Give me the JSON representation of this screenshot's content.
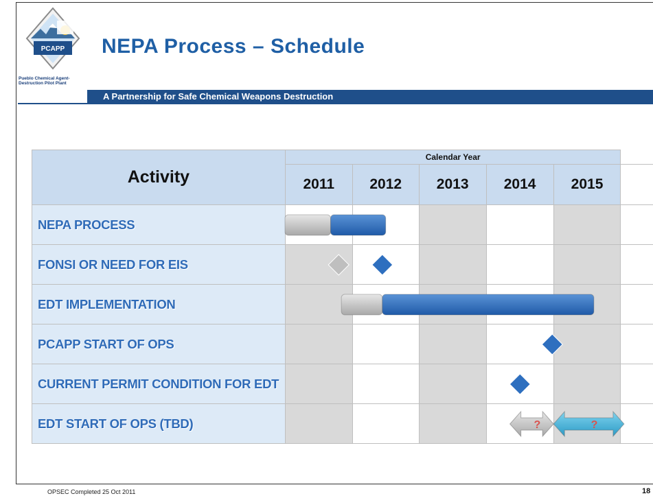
{
  "header": {
    "title": "NEPA Process – Schedule",
    "banner": "A Partnership for Safe Chemical Weapons Destruction",
    "logo_text": "PCAPP",
    "logo_caption": "Pueblo Chemical Agent-Destruction Pilot Plant"
  },
  "chart_data": {
    "type": "gantt",
    "column_header": "Activity",
    "axis_label": "Calendar Year",
    "years": [
      "2011",
      "2012",
      "2013",
      "2014",
      "2015"
    ],
    "rows": [
      {
        "activity": "NEPA PROCESS",
        "gray_bar": [
          2011.0,
          2011.68
        ],
        "blue_bar": [
          2011.68,
          2012.5
        ]
      },
      {
        "activity": "FONSI OR NEED FOR EIS",
        "gray_milestone": 2011.8,
        "blue_milestone": 2012.45
      },
      {
        "activity": "EDT IMPLEMENTATION",
        "gray_bar": [
          2011.84,
          2012.45
        ],
        "blue_bar": [
          2012.45,
          2015.6
        ]
      },
      {
        "activity": "PCAPP START OF OPS",
        "blue_milestone": 2014.98
      },
      {
        "activity": "CURRENT PERMIT CONDITION FOR EDT",
        "blue_milestone": 2014.5
      },
      {
        "activity": "EDT START OF OPS (TBD)",
        "gray_arrow": [
          2014.35,
          2015.0
        ],
        "blue_arrow": [
          2015.0,
          2016.05
        ],
        "marker": "?"
      }
    ],
    "colors": {
      "blue": "#2e6fbf",
      "gray": "#bfbfbf",
      "teal": "#44b5d8",
      "header_bg": "#c9dbef",
      "shade": "#d9d9d9"
    }
  },
  "footer": {
    "opsec": "OPSEC Completed 25 Oct 2011",
    "page": "18"
  }
}
